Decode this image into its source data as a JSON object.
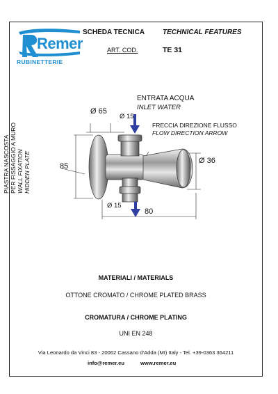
{
  "brand": {
    "name": "Remer",
    "subtitle": "RUBINETTERIE",
    "color": "#1f8fd1"
  },
  "header": {
    "scheda": "SCHEDA TECNICA",
    "technical": "TECHNICAL FEATURES",
    "art_label": "ART. COD.",
    "art_code": "TE 31"
  },
  "drawing": {
    "inlet_it": "ENTRATA ACQUA",
    "inlet_en": "INLET  WATER",
    "flow_it": "FRECCIA DIREZIONE FLUSSO",
    "flow_en": "FLOW DIRECTION ARROW",
    "plate_it_1": "PIASTRA NASCOSTA",
    "plate_it_2": "PER FISSAGGIO A MURO",
    "plate_en_1": "WALL FIXATION",
    "plate_en_2": "HIDDEN PLATE",
    "dim_65": "Ø 65",
    "dim_15_top": "Ø 15",
    "dim_36": "Ø 36",
    "dim_85": "85",
    "dim_15_bottom": "Ø 15",
    "dim_80": "80",
    "arrow_color": "#2f3fa0"
  },
  "materials": {
    "title": "MATERIALI / MATERIALS",
    "value": "OTTONE CROMATO / CHROME PLATED BRASS"
  },
  "plating": {
    "title": "CROMATURA / CHROME PLATING",
    "value": "UNI EN 248"
  },
  "footer": {
    "address": "Via Leonardo da Vinci 83 - 20062 Cassano d'Adda (MI) Italy - Tel. +39-0363 364211",
    "email": "info@remer.eu",
    "web": "www.remer.eu"
  }
}
